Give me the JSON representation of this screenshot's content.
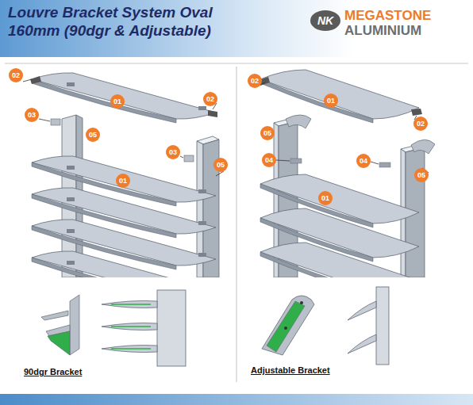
{
  "diagram": {
    "title": "Louvre Bracket System Oval 160mm (90dgr & Adjustable)",
    "nodes": [
      {
        "text": [
          "NK"
        ]
      },
      {
        "text": [
          "02"
        ]
      },
      {
        "text": [
          "01"
        ]
      },
      {
        "text": [
          "02"
        ]
      },
      {
        "text": [
          "03"
        ]
      },
      {
        "text": [
          "05"
        ]
      },
      {
        "text": [
          "03"
        ]
      },
      {
        "text": [
          "05"
        ]
      },
      {
        "text": [
          "01"
        ]
      },
      {
        "text": [
          "02"
        ]
      },
      {
        "text": [
          "01"
        ]
      },
      {
        "text": [
          "02"
        ]
      },
      {
        "text": [
          "05"
        ]
      },
      {
        "text": [
          "04"
        ]
      },
      {
        "text": [
          "04"
        ]
      },
      {
        "text": [
          "05"
        ]
      },
      {
        "text": [
          "01"
        ]
      }
    ],
    "labels": [
      "MEGASTONE",
      "ALUMINIUM",
      "90dgr Bracket",
      "Adjustable Bracket"
    ]
  }
}
